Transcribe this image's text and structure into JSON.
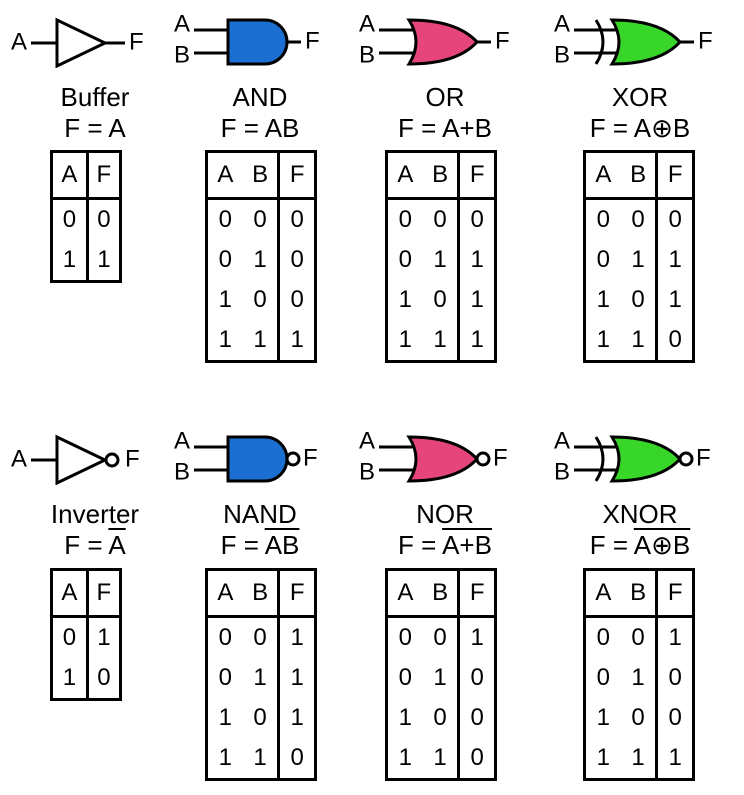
{
  "colors": {
    "and_fill": "#1a6fd0",
    "or_fill": "#e5457a",
    "xor_fill": "#39d62a",
    "stroke": "#000000"
  },
  "gates": [
    {
      "id": "buffer",
      "shape": "buffer",
      "bubble": false,
      "name": "Buffer",
      "expression": {
        "lhs": "F = ",
        "rhs": "A",
        "overline": false
      },
      "inputs": [
        "A"
      ],
      "output": "F",
      "table": {
        "headers": [
          "A",
          "F"
        ],
        "rows": [
          [
            "0",
            "0"
          ],
          [
            "1",
            "1"
          ]
        ]
      }
    },
    {
      "id": "and",
      "shape": "and",
      "bubble": false,
      "name": "AND",
      "expression": {
        "lhs": "F = ",
        "rhs": "AB",
        "overline": false
      },
      "inputs": [
        "A",
        "B"
      ],
      "output": "F",
      "table": {
        "headers": [
          "A",
          "B",
          "F"
        ],
        "rows": [
          [
            "0",
            "0",
            "0"
          ],
          [
            "0",
            "1",
            "0"
          ],
          [
            "1",
            "0",
            "0"
          ],
          [
            "1",
            "1",
            "1"
          ]
        ]
      }
    },
    {
      "id": "or",
      "shape": "or",
      "bubble": false,
      "name": "OR",
      "expression": {
        "lhs": "F = ",
        "rhs": "A+B",
        "overline": false
      },
      "inputs": [
        "A",
        "B"
      ],
      "output": "F",
      "table": {
        "headers": [
          "A",
          "B",
          "F"
        ],
        "rows": [
          [
            "0",
            "0",
            "0"
          ],
          [
            "0",
            "1",
            "1"
          ],
          [
            "1",
            "0",
            "1"
          ],
          [
            "1",
            "1",
            "1"
          ]
        ]
      }
    },
    {
      "id": "xor",
      "shape": "xor",
      "bubble": false,
      "name": "XOR",
      "expression": {
        "lhs": "F = ",
        "rhs": "A⊕B",
        "overline": false
      },
      "inputs": [
        "A",
        "B"
      ],
      "output": "F",
      "table": {
        "headers": [
          "A",
          "B",
          "F"
        ],
        "rows": [
          [
            "0",
            "0",
            "0"
          ],
          [
            "0",
            "1",
            "1"
          ],
          [
            "1",
            "0",
            "1"
          ],
          [
            "1",
            "1",
            "0"
          ]
        ]
      }
    },
    {
      "id": "inverter",
      "shape": "buffer",
      "bubble": true,
      "name": "Inverter",
      "expression": {
        "lhs": "F = ",
        "rhs": "A",
        "overline": true
      },
      "inputs": [
        "A"
      ],
      "output": "F",
      "table": {
        "headers": [
          "A",
          "F"
        ],
        "rows": [
          [
            "0",
            "1"
          ],
          [
            "1",
            "0"
          ]
        ]
      }
    },
    {
      "id": "nand",
      "shape": "and",
      "bubble": true,
      "name": "NAND",
      "expression": {
        "lhs": "F = ",
        "rhs": "AB",
        "overline": true
      },
      "inputs": [
        "A",
        "B"
      ],
      "output": "F",
      "table": {
        "headers": [
          "A",
          "B",
          "F"
        ],
        "rows": [
          [
            "0",
            "0",
            "1"
          ],
          [
            "0",
            "1",
            "1"
          ],
          [
            "1",
            "0",
            "1"
          ],
          [
            "1",
            "1",
            "0"
          ]
        ]
      }
    },
    {
      "id": "nor",
      "shape": "or",
      "bubble": true,
      "name": "NOR",
      "expression": {
        "lhs": "F = ",
        "rhs": "A+B",
        "overline": true
      },
      "inputs": [
        "A",
        "B"
      ],
      "output": "F",
      "table": {
        "headers": [
          "A",
          "B",
          "F"
        ],
        "rows": [
          [
            "0",
            "0",
            "1"
          ],
          [
            "0",
            "1",
            "0"
          ],
          [
            "1",
            "0",
            "0"
          ],
          [
            "1",
            "1",
            "0"
          ]
        ]
      }
    },
    {
      "id": "xnor",
      "shape": "xor",
      "bubble": true,
      "name": "XNOR",
      "expression": {
        "lhs": "F = ",
        "rhs": "A⊕B",
        "overline": true
      },
      "inputs": [
        "A",
        "B"
      ],
      "output": "F",
      "table": {
        "headers": [
          "A",
          "B",
          "F"
        ],
        "rows": [
          [
            "0",
            "0",
            "1"
          ],
          [
            "0",
            "1",
            "0"
          ],
          [
            "1",
            "0",
            "0"
          ],
          [
            "1",
            "1",
            "1"
          ]
        ]
      }
    }
  ]
}
